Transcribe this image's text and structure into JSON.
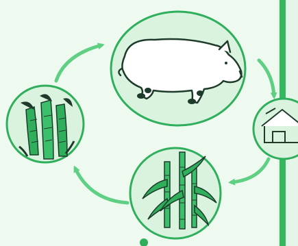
{
  "diagram": {
    "type": "cycle",
    "nodes": [
      {
        "id": "pig",
        "icon": "pig-icon"
      },
      {
        "id": "corn-stalks",
        "icon": "corn-stalks-icon"
      },
      {
        "id": "corn-ears",
        "icon": "corn-ears-icon"
      },
      {
        "id": "shelter",
        "icon": "shelter-icon"
      }
    ],
    "edges": [
      {
        "from": "corn-ears",
        "to": "pig"
      },
      {
        "from": "pig",
        "to": "shelter"
      },
      {
        "from": "shelter",
        "to": "corn-stalks"
      },
      {
        "from": "corn-stalks",
        "to": "corn-ears"
      }
    ]
  },
  "colors": {
    "background": "#eefaf0",
    "accent": "#2fae5c",
    "accent_light": "#d9f3df",
    "arrow": "#5fcf84",
    "ink": "#1e3a2a",
    "edge_bar": "#35b760"
  }
}
